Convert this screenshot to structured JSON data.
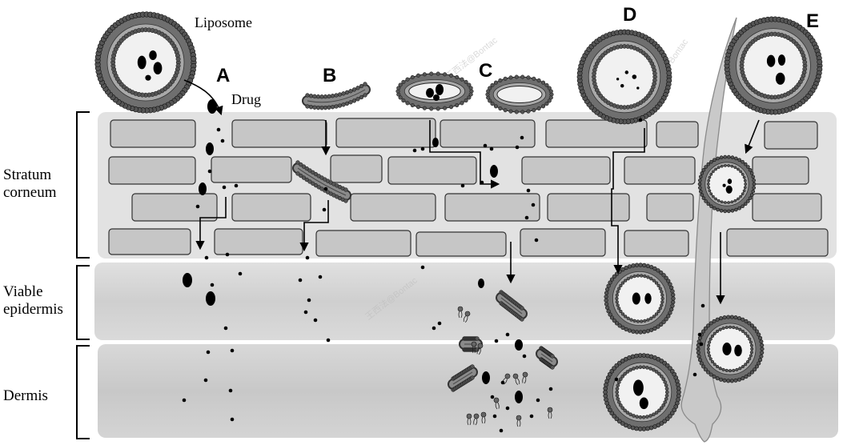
{
  "labels": {
    "liposome": "Liposome",
    "drug": "Drug"
  },
  "pathways": [
    {
      "id": "A",
      "letter": "A"
    },
    {
      "id": "B",
      "letter": "B"
    },
    {
      "id": "C",
      "letter": "C"
    },
    {
      "id": "D",
      "letter": "D"
    },
    {
      "id": "E",
      "letter": "E"
    }
  ],
  "layers": [
    {
      "id": "stratum-corneum",
      "lines": [
        "Stratum",
        "corneum"
      ]
    },
    {
      "id": "viable-epidermis",
      "lines": [
        "Viable",
        "epidermis"
      ]
    },
    {
      "id": "dermis",
      "lines": [
        "Dermis"
      ]
    }
  ],
  "watermark": {
    "text_1": "王西法@Bontac",
    "text_2": "王西法@Bontac",
    "text_3": "Bontac"
  },
  "colors": {
    "stratum_fill": "#e2e2e2",
    "cell_fill": "#c6c6c6",
    "epidermis_fill": "#d2d2d2",
    "dermis_fill": "#cdcdcd",
    "bilayer_outer": "#6f6f6f",
    "bilayer_inner": "#a9a9a9",
    "lumen": "#f1f1f1",
    "hair_fill": "#c9c9c9"
  }
}
